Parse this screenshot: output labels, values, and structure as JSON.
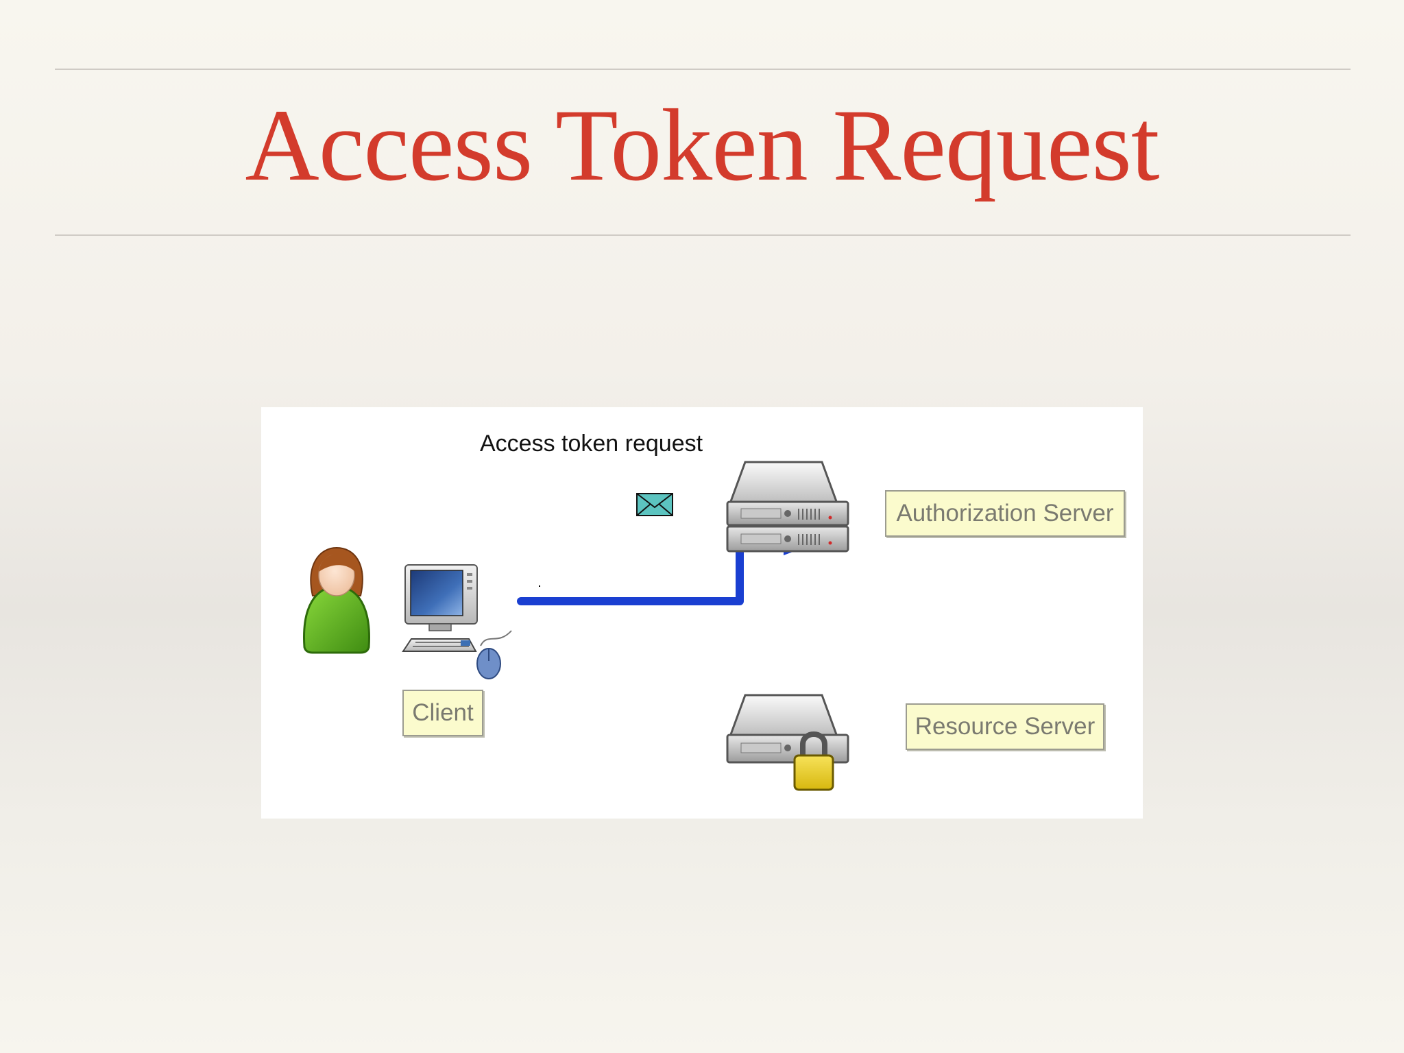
{
  "slide": {
    "title": "Access Token Request"
  },
  "diagram": {
    "caption": "Access token request",
    "client_label": "Client",
    "authorization_server_label": "Authorization Server",
    "resource_server_label": "Resource Server"
  },
  "colors": {
    "title": "#d33b2c",
    "arrow": "#1a3fd1",
    "label_fill": "#fbfbcd",
    "envelope": "#5cc4c0",
    "user_body": "#5fb01e",
    "lock": "#e6c81e"
  },
  "icons": {
    "user": "user-icon",
    "computer": "computer-icon",
    "mouse": "mouse-icon",
    "envelope": "envelope-icon",
    "arrow": "request-arrow",
    "auth_server": "server-stack-icon",
    "resource_server": "locked-server-icon"
  }
}
